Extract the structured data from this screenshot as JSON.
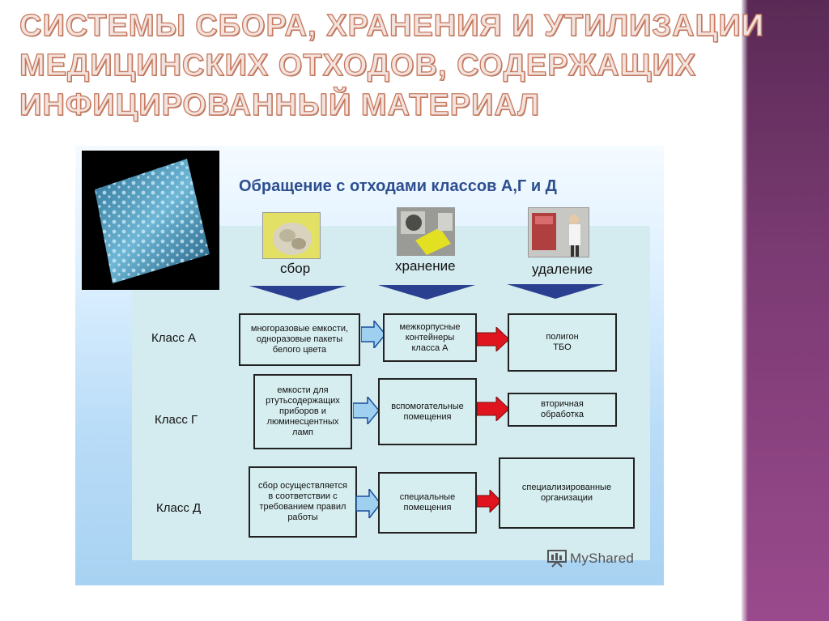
{
  "page": {
    "title_lines": [
      "СИСТЕМЫ СБОРА, ХРАНЕНИЯ И УТИЛИЗАЦИИ",
      "МЕДИЦИНСКИХ ОТХОДОВ, СОДЕРЖАЩИХ",
      "ИНФИЦИРОВАННЫЙ МАТЕРИАЛ"
    ]
  },
  "slide": {
    "heading": "Обращение с отходами классов А,Г и Д",
    "stages": [
      "сбор",
      "хранение",
      "удаление"
    ],
    "classes": [
      {
        "label": "Класс А",
        "collect": "многоразовые емкости,\nодноразовые пакеты\nбелого цвета",
        "store": "межкорпусные\nконтейнеры\nкласса А",
        "remove": "полигон\nТБО"
      },
      {
        "label": "Класс Г",
        "collect": "емкости для\nртутьсодержащих\nприборов и\nлюминесцентных\nламп",
        "store": "вспомогательные\nпомещения",
        "remove": "вторичная\nобработка"
      },
      {
        "label": "Класс Д",
        "collect": "сбор осуществляется\nв соответствии с\nтребованием правил\nработы",
        "store": "специальные\nпомещения",
        "remove": "специализированные\nорганизации"
      }
    ],
    "watermark": "MyShared"
  },
  "colors": {
    "title_fill": "#f3e3de",
    "title_outline": "#c87a5f",
    "heading": "#2e4f8f",
    "stage_triangle": "#2a3f8f",
    "arrow_blue": "#9fd0f0",
    "arrow_red": "#e0141e",
    "box_fill": "#d7eef0",
    "accent_purple": "#7a3a72"
  },
  "icons": [
    "water-drops-photo",
    "waste-bag-photo",
    "storage-container-photo",
    "waste-removal-photo",
    "myshared-logo-icon"
  ]
}
